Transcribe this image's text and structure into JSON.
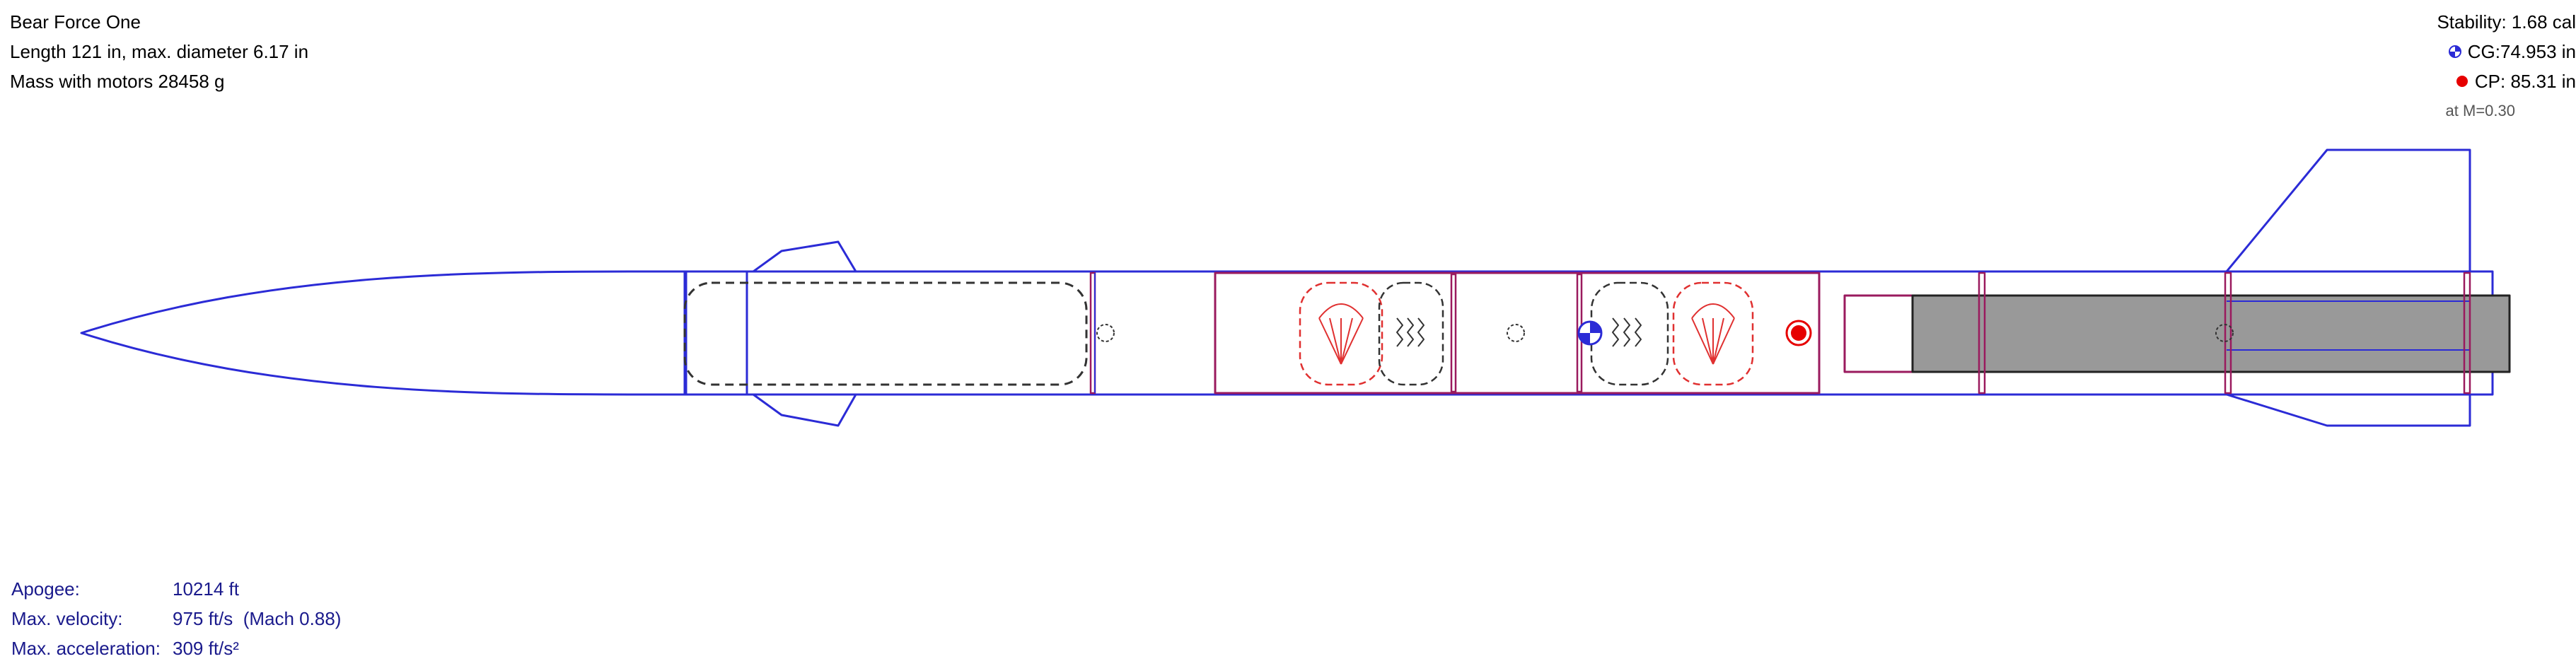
{
  "design": {
    "name": "Bear Force One",
    "length_line": "Length 121 in, max. diameter 6.17 in",
    "mass_line": "Mass with motors 28458 g"
  },
  "stability": {
    "stability_line": "Stability: 1.68 cal",
    "cg_line": "CG:74.953 in",
    "cp_line": "CP: 85.31 in",
    "mach_line": "at M=0.30"
  },
  "flight": {
    "apogee_label": "Apogee:",
    "apogee_value": "10214 ft",
    "velocity_label": "Max. velocity:",
    "velocity_value": "975 ft/s  (Mach 0.88)",
    "accel_label": "Max. acceleration:",
    "accel_value": "309 ft/s²"
  },
  "colors": {
    "airframe": "#2b2bd6",
    "internal": "#9a1a5e",
    "recovery": "#e03030",
    "motor_fill": "#999999"
  },
  "icons": {
    "cg": "cg-marker-icon",
    "cp": "cp-marker-icon",
    "parachute": "parachute-icon",
    "shock_cord": "shock-cord-icon",
    "mass": "mass-component-icon"
  }
}
